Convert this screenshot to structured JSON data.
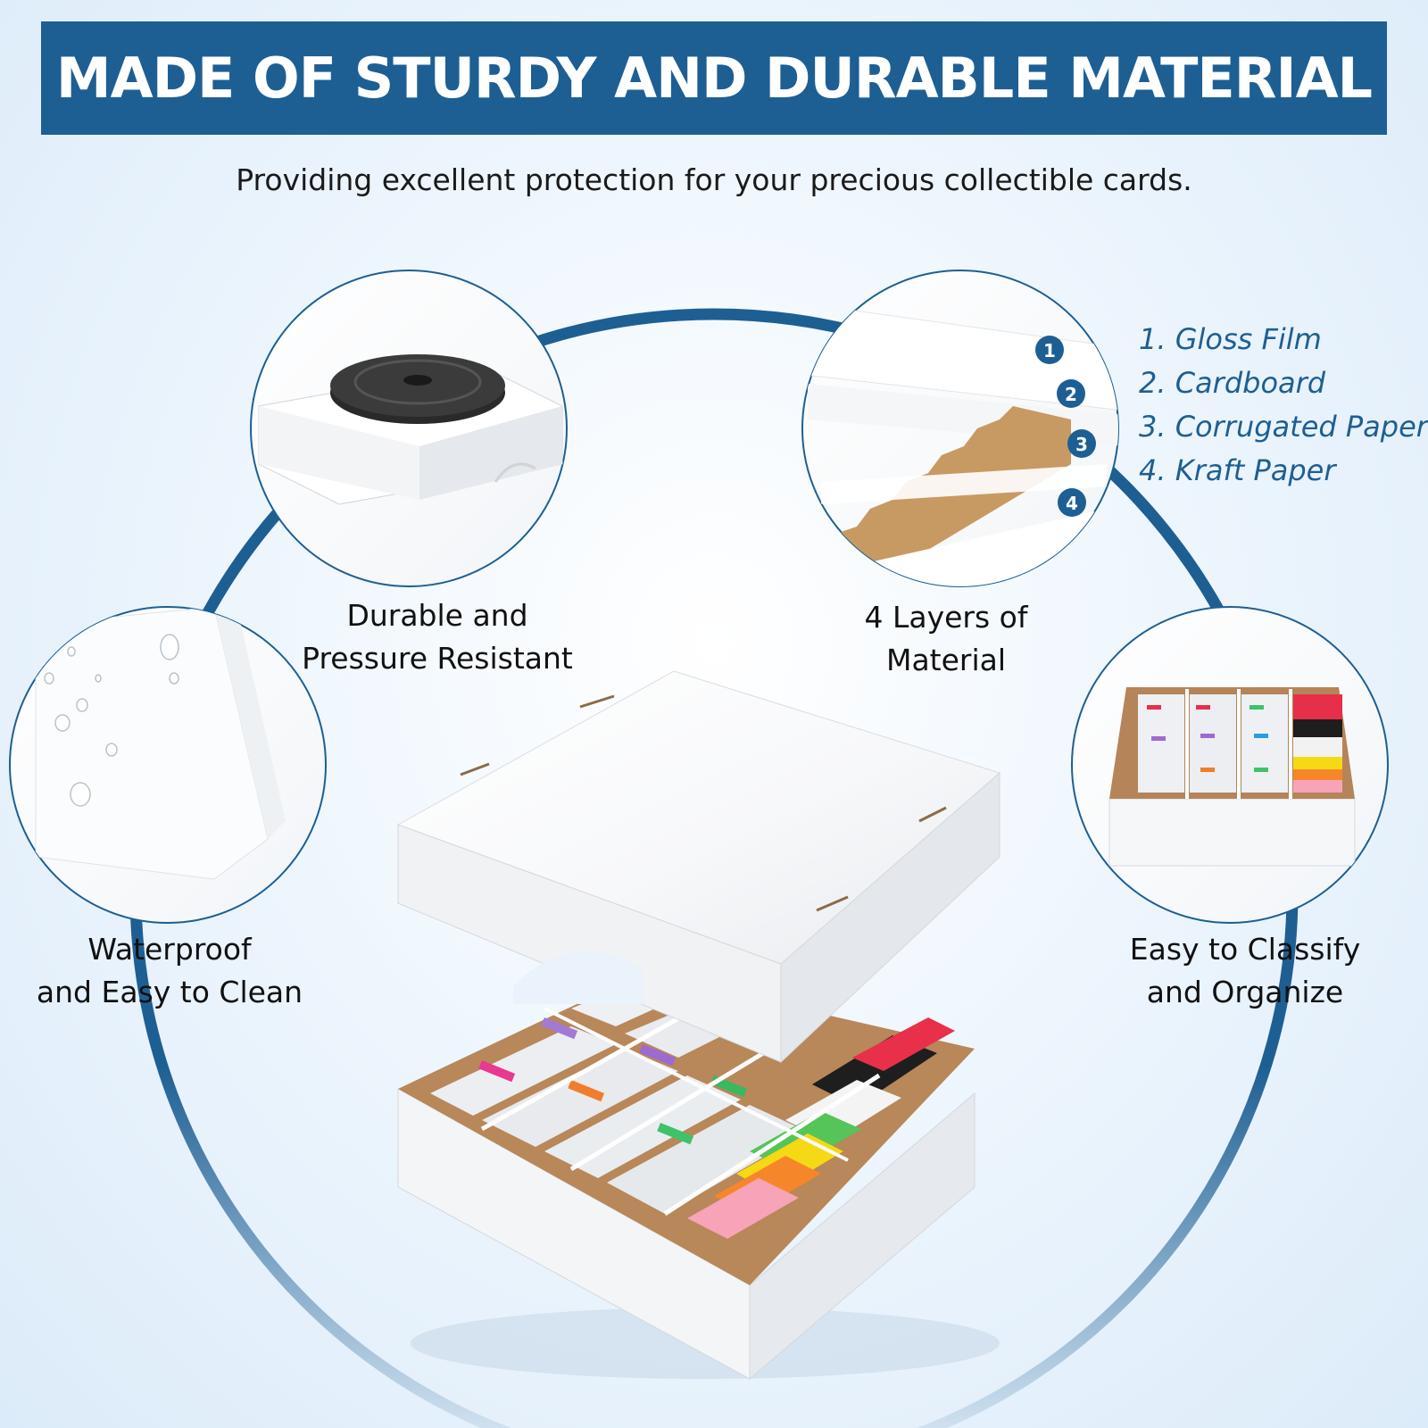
{
  "header": {
    "title": "MADE OF STURDY AND DURABLE MATERIAL",
    "subtitle": "Providing excellent protection for your precious collectible cards."
  },
  "features": [
    {
      "line1": "Durable and",
      "line2": "Pressure Resistant"
    },
    {
      "line1": "4 Layers of",
      "line2": "Material"
    },
    {
      "line1": "Waterproof",
      "line2": "and Easy to Clean"
    },
    {
      "line1": "Easy to Classify",
      "line2": "and Organize"
    }
  ],
  "layers": {
    "badges": [
      "1",
      "2",
      "3",
      "4"
    ],
    "items": [
      "1. Gloss Film",
      "2. Cardboard",
      "3. Corrugated Paper",
      "4. Kraft Paper"
    ]
  },
  "colors": {
    "brand_blue": "#1e5f93",
    "kraft": "#c79a63",
    "white_box": "#ffffff"
  }
}
